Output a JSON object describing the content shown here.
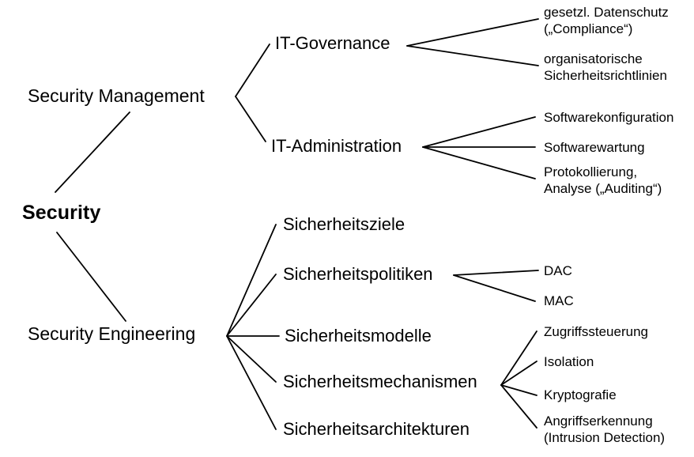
{
  "diagram": {
    "title": "Security",
    "language": "de",
    "background_color": "#ffffff",
    "line_color": "#000000",
    "text_color": "#000000"
  },
  "nodes": {
    "root": "Security",
    "security_management": "Security Management",
    "security_engineering": "Security Engineering",
    "it_governance": "IT-Governance",
    "it_administration": "IT-Administration",
    "sicherheitsziele": "Sicherheitsziele",
    "sicherheitspolitiken": "Sicherheitspolitiken",
    "sicherheitsmodelle": "Sicherheitsmodelle",
    "sicherheitsmechanismen": "Sicherheitsmechanismen",
    "sicherheitsarchitekturen": "Sicherheitsarchitekturen"
  },
  "leaves": {
    "gesetzl_datenschutz_l1": "gesetzl. Datenschutz",
    "gesetzl_datenschutz_l2": "(„Compliance“)",
    "organisatorische_l1": "organisatorische",
    "organisatorische_l2": "Sicherheitsrichtlinien",
    "softwarekonfiguration": "Softwarekonfiguration",
    "softwarewartung": "Softwarewartung",
    "protokollierung_l1": "Protokollierung,",
    "protokollierung_l2": "Analyse („Auditing“)",
    "dac": "DAC",
    "mac": "MAC",
    "zugriffssteuerung": "Zugriffssteuerung",
    "isolation": "Isolation",
    "kryptografie": "Kryptografie",
    "angriffserkennung_l1": "Angriffserkennung",
    "angriffserkennung_l2": "(Intrusion Detection)"
  },
  "chart_data": {
    "type": "tree",
    "title": "Security",
    "orientation": "left-to-right",
    "tree": {
      "label": "Security",
      "children": [
        {
          "label": "Security Management",
          "children": [
            {
              "label": "IT-Governance",
              "children": [
                {
                  "label": "gesetzl. Datenschutz („Compliance“)"
                },
                {
                  "label": "organisatorische Sicherheitsrichtlinien"
                }
              ]
            },
            {
              "label": "IT-Administration",
              "children": [
                {
                  "label": "Softwarekonfiguration"
                },
                {
                  "label": "Softwarewartung"
                },
                {
                  "label": "Protokollierung, Analyse („Auditing“)"
                }
              ]
            }
          ]
        },
        {
          "label": "Security Engineering",
          "children": [
            {
              "label": "Sicherheitsziele"
            },
            {
              "label": "Sicherheitspolitiken",
              "children": [
                {
                  "label": "DAC"
                },
                {
                  "label": "MAC"
                }
              ]
            },
            {
              "label": "Sicherheitsmodelle"
            },
            {
              "label": "Sicherheitsmechanismen",
              "children": [
                {
                  "label": "Zugriffssteuerung"
                },
                {
                  "label": "Isolation"
                },
                {
                  "label": "Kryptografie"
                },
                {
                  "label": "Angriffserkennung (Intrusion Detection)"
                }
              ]
            },
            {
              "label": "Sicherheitsarchitekturen"
            }
          ]
        }
      ]
    }
  }
}
